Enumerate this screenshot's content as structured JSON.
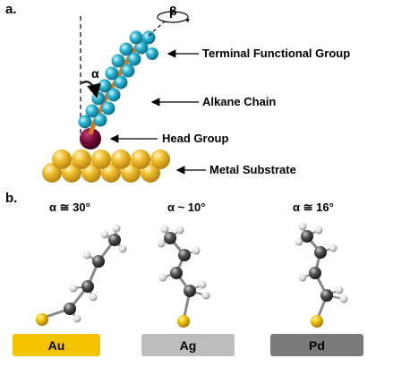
{
  "panel_a": {
    "label": "a.",
    "beta_symbol": "β",
    "alpha_symbol": "α",
    "callouts": {
      "terminal": "Terminal Functional  Group",
      "chain": "Alkane Chain",
      "head": "Head Group",
      "substrate": "Metal Substrate"
    }
  },
  "panel_b": {
    "label": "b.",
    "molecules": [
      {
        "angle": "α ≅ 30°",
        "metal": "Au",
        "color": "#f5c400"
      },
      {
        "angle": "α ~ 10°",
        "metal": "Ag",
        "color": "#bdbdbd"
      },
      {
        "angle": "α ≅ 16°",
        "metal": "Pd",
        "color": "#7a7a7a"
      }
    ]
  },
  "colors": {
    "chain_atom": "#29b6d4",
    "chain_bond": "#d47a1e",
    "head_atom": "#7a0a3a",
    "substrate_atom": "#f2c230",
    "carbon_atom": "#3a3a3a",
    "hydrogen_atom": "#f0f0f0",
    "sulfur_atom": "#f2c300"
  }
}
